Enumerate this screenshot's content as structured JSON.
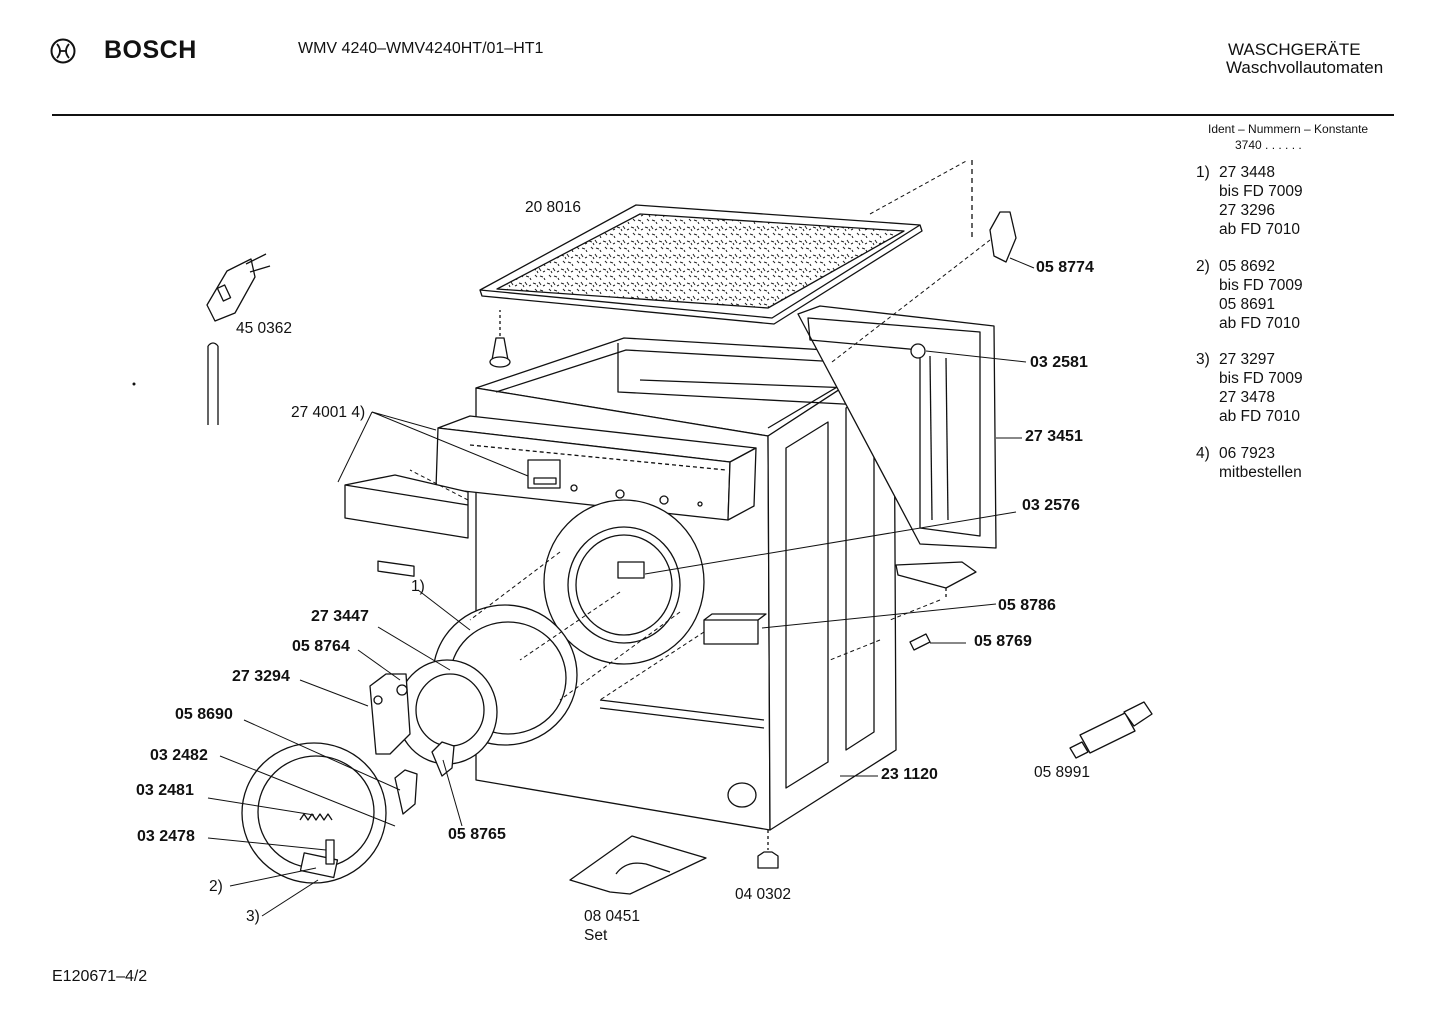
{
  "header": {
    "brand": "BOSCH",
    "model": "WMV 4240–WMV4240HT/01–HT1",
    "category_line1": "WASCHGERÄTE",
    "category_line2": "Waschvollautomaten"
  },
  "ident": {
    "heading": "Ident – Nummern – Konstante",
    "value": "3740 . .   . . . ."
  },
  "notes": [
    {
      "num": "1)",
      "lines": [
        "27 3448",
        "bis FD 7009",
        "27 3296",
        "ab FD 7010"
      ]
    },
    {
      "num": "2)",
      "lines": [
        "05 8692",
        "bis FD 7009",
        "05 8691",
        "ab FD 7010"
      ]
    },
    {
      "num": "3)",
      "lines": [
        "27 3297",
        "bis FD 7009",
        "27 3478",
        "ab FD 7010"
      ]
    },
    {
      "num": "4)",
      "lines": [
        "06 7923",
        "mitbestellen"
      ]
    }
  ],
  "part_labels": {
    "p208016": "20 8016",
    "p450362": "45 0362",
    "p058774": "05 8774",
    "p032581": "03 2581",
    "p273451": "27 3451",
    "p274001": "27 4001 4)",
    "p032576": "03 2576",
    "ref1": "1)",
    "p273447": "27 3447",
    "p058786": "05 8786",
    "p058764": "05 8764",
    "p058769": "05 8769",
    "p273294": "27 3294",
    "p058690": "05 8690",
    "p032482": "03 2482",
    "p032481": "03 2481",
    "p032478": "03 2478",
    "p058765": "05 8765",
    "p231120": "23 1120",
    "p058991": "05 8991",
    "ref2": "2)",
    "ref3": "3)",
    "p040302": "04 0302",
    "p080451": "08 0451",
    "set": "Set"
  },
  "footer": {
    "drawing_id": "E120671–4/2"
  }
}
